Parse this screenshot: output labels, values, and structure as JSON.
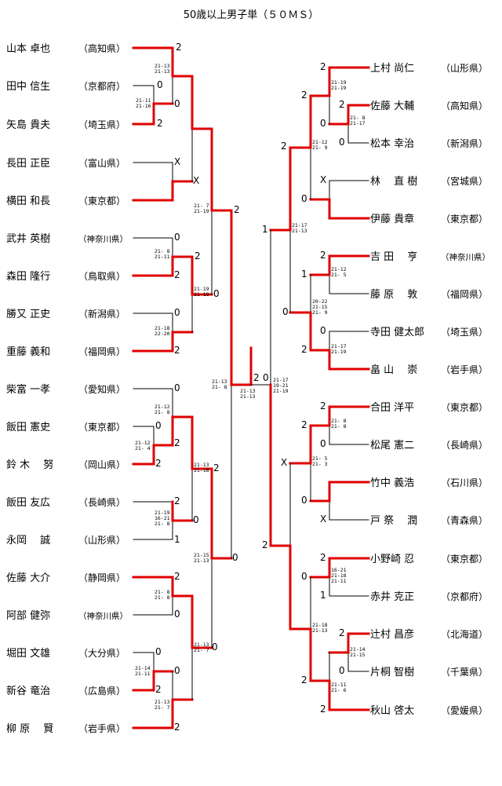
{
  "title": "50歳以上男子単（５０ＭＳ）",
  "colors": {
    "winner": "#e00000",
    "line": "#000000"
  },
  "left_players": [
    {
      "name": "山本 卓也",
      "pref": "（高知県）"
    },
    {
      "name": "田中 信生",
      "pref": "（京都府）"
    },
    {
      "name": "矢島 貴夫",
      "pref": "（埼玉県）"
    },
    {
      "name": "長田 正臣",
      "pref": "（富山県）"
    },
    {
      "name": "横田 和長",
      "pref": "（東京都）"
    },
    {
      "name": "武井 英樹",
      "pref": "（神奈川県）"
    },
    {
      "name": "森田 隆行",
      "pref": "（鳥取県）"
    },
    {
      "name": "勝又 正史",
      "pref": "（新潟県）"
    },
    {
      "name": "重藤 義和",
      "pref": "（福岡県）"
    },
    {
      "name": "柴富 一孝",
      "pref": "（愛知県）"
    },
    {
      "name": "飯田 憲史",
      "pref": "（東京都）"
    },
    {
      "name": "鈴 木 　努",
      "pref": "（岡山県）"
    },
    {
      "name": "飯田 友広",
      "pref": "（長崎県）"
    },
    {
      "name": "永岡 　誠",
      "pref": "（山形県）"
    },
    {
      "name": "佐藤 大介",
      "pref": "（静岡県）"
    },
    {
      "name": "阿部 健弥",
      "pref": "（神奈川県）"
    },
    {
      "name": "堀田 文雄",
      "pref": "（大分県）"
    },
    {
      "name": "新谷 竜治",
      "pref": "（広島県）"
    },
    {
      "name": "柳 原 　賢",
      "pref": "（岩手県）"
    }
  ],
  "right_players": [
    {
      "name": "上村 尚仁",
      "pref": "（山形県）"
    },
    {
      "name": "佐藤 大輔",
      "pref": "（高知県）"
    },
    {
      "name": "松本 幸治",
      "pref": "（新潟県）"
    },
    {
      "name": "林 　直 樹",
      "pref": "（宮城県）"
    },
    {
      "name": "伊藤 貴章",
      "pref": "（東京都）"
    },
    {
      "name": "吉 田 　亨",
      "pref": "（神奈川県）"
    },
    {
      "name": "藤 原 　敦",
      "pref": "（福岡県）"
    },
    {
      "name": "寺田 健太郎",
      "pref": "（埼玉県）"
    },
    {
      "name": "畠 山 　崇",
      "pref": "（岩手県）"
    },
    {
      "name": "合田 洋平",
      "pref": "（東京都）"
    },
    {
      "name": "松尾 憲二",
      "pref": "（長崎県）"
    },
    {
      "name": "竹中 義浩",
      "pref": "（石川県）"
    },
    {
      "name": "戸 祭 　潤",
      "pref": "（青森県）"
    },
    {
      "name": "小野崎 忍",
      "pref": "（東京都）"
    },
    {
      "name": "赤井 克正",
      "pref": "（京都府）"
    },
    {
      "name": "辻村 昌彦",
      "pref": "（北海道）"
    },
    {
      "name": "片桐 智樹",
      "pref": "（千葉県）"
    },
    {
      "name": "秋山 啓太",
      "pref": "（愛媛県）"
    }
  ],
  "final": {
    "left_score": "2",
    "right_score": "0",
    "game_scores": [
      "21-13",
      "21-13"
    ]
  },
  "left_semi": {
    "top_score": "2",
    "bottom_score": "0",
    "game_scores": [
      "21-13",
      "21- 8"
    ]
  },
  "right_semi": {
    "top_score": "1",
    "bottom_score": "2",
    "game_scores": [
      "21-17",
      "19-21",
      "21-19"
    ]
  }
}
